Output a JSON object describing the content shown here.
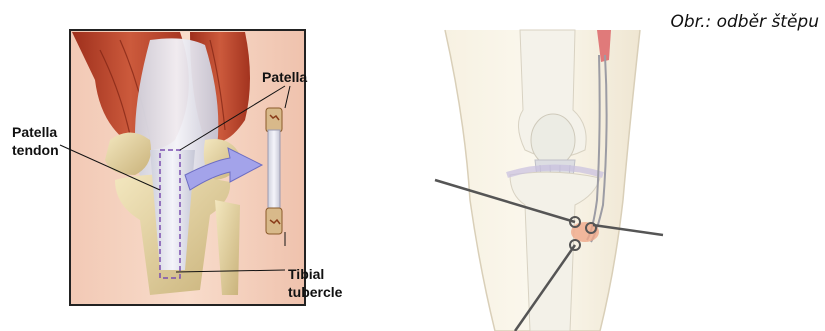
{
  "caption": "Obr.: odběr štěpu",
  "figure_left": {
    "labels": {
      "patella": "Patella",
      "patella_tendon_line1": "Patella",
      "patella_tendon_line2": "tendon",
      "tibial_tubercle_line1": "Tibial",
      "tibial_tubercle_line2": "tubercle"
    },
    "colors": {
      "muscle": "#b8432b",
      "bone": "#e8d9a8",
      "tendon": "#e6e6ee",
      "arrow": "#9a9ae0",
      "graft_outline": "#7a4fb0"
    }
  },
  "figure_right": {
    "colors": {
      "bone": "#f0efe6",
      "muscle": "#e07a7a",
      "instrument": "#555555"
    }
  }
}
